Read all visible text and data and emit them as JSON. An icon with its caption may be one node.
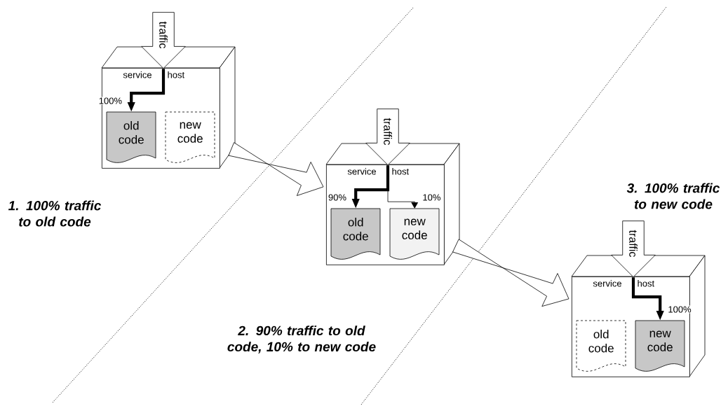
{
  "diagram": {
    "nodes": [
      {
        "text": [
          "service host"
        ]
      },
      {
        "text": [
          "traffic"
        ]
      },
      {
        "text": [
          "old code"
        ],
        "in": 0
      },
      {
        "text": [
          "new code"
        ],
        "in": 0
      },
      {
        "text": [
          "service host"
        ]
      },
      {
        "text": [
          "traffic"
        ]
      },
      {
        "text": [
          "old code"
        ],
        "in": 4
      },
      {
        "text": [
          "new code"
        ],
        "in": 4
      },
      {
        "text": [
          "service host"
        ]
      },
      {
        "text": [
          "traffic"
        ]
      },
      {
        "text": [
          "old code"
        ],
        "in": 8
      },
      {
        "text": [
          "new code"
        ],
        "in": 8
      }
    ],
    "edges": [
      {
        "from": 1,
        "to": 2,
        "arrow": "to",
        "label": "100%"
      },
      {
        "from": 5,
        "to": 6,
        "arrow": "to",
        "label": "90%"
      },
      {
        "from": 5,
        "to": 7,
        "arrow": "to",
        "label": "10%"
      },
      {
        "from": 9,
        "to": 11,
        "arrow": "to",
        "label": "100%"
      },
      {
        "from": 0,
        "to": 4,
        "arrow": "to"
      },
      {
        "from": 4,
        "to": 8,
        "arrow": "to"
      }
    ],
    "labels": [
      "1. 100% traffic to old code",
      "2. 90% traffic to old code, 10% to new code",
      "3. 100% traffic to new code"
    ]
  }
}
